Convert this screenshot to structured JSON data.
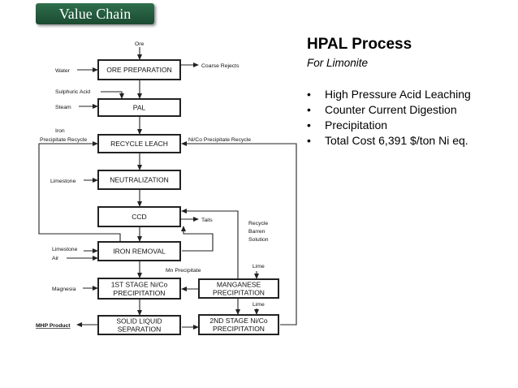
{
  "header": {
    "badge": "Value Chain"
  },
  "diagram": {
    "boxes": {
      "ore_prep": "ORE PREPARATION",
      "pal": "PAL",
      "recycle_leach": "RECYCLE LEACH",
      "neutralization": "NEUTRALIZATION",
      "ccd": "CCD",
      "iron_removal": "IRON REMOVAL",
      "first_stage_1": "1ST STAGE Ni/Co",
      "first_stage_2": "PRECIPITATION",
      "manganese_1": "MANGANESE",
      "manganese_2": "PRECIPITATION",
      "solid_liquid_1": "SOLID LIQUID",
      "solid_liquid_2": "SEPARATION",
      "second_stage_1": "2ND STAGE Ni/Co",
      "second_stage_2": "PRECIPITATION"
    },
    "labels": {
      "ore": "Ore",
      "water": "Water",
      "coarse_rejects": "Coarse Rejects",
      "sulphuric_acid": "Sulphuric Acid",
      "steam": "Steam",
      "iron": "Iron",
      "precipitate_recycle": "Precipitate Recycle",
      "nico_recycle": "Ni/Co Precipitate Recycle",
      "limestone_1": "Limestone",
      "tails": "Tails",
      "recycle_1": "Recycle",
      "recycle_2": "Barren",
      "recycle_3": "Solution",
      "limestone_2": "Limestone",
      "air": "Air",
      "mn_precipitate": "Mn Precipitate",
      "lime_1": "Lime",
      "lime_2": "Lime",
      "magnesia": "Magnesia",
      "mhp_product": "MHP Product"
    }
  },
  "panel": {
    "title": "HPAL Process",
    "subtitle": "For Limonite",
    "bullet": "•",
    "bullets": [
      "High Pressure Acid Leaching",
      "Counter Current Digestion",
      "Precipitation",
      "Total Cost 6,391 $/ton Ni eq."
    ]
  }
}
